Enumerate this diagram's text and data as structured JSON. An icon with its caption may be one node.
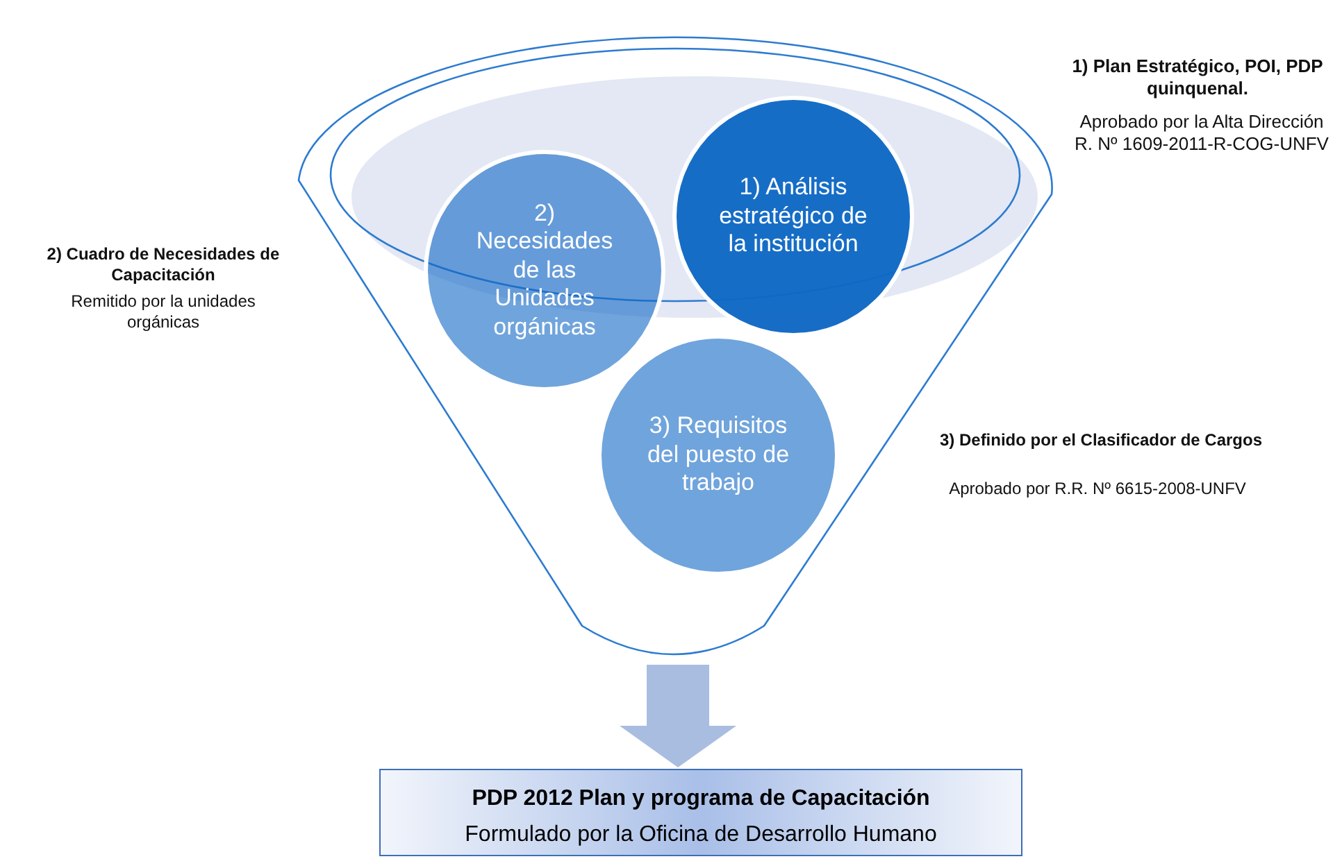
{
  "diagram": {
    "nodes": [
      {
        "text": [],
        "shape": "funnel"
      },
      {
        "text": [
          "1) Análisis estratégico de la institución"
        ],
        "in": 0
      },
      {
        "text": [
          "2) Necesidades de las Unidades orgánicas"
        ],
        "in": 0
      },
      {
        "text": [
          "3) Requisitos del puesto de trabajo"
        ],
        "in": 0
      },
      {
        "text": [
          "PDP 2012 Plan y programa de Capacitación",
          "Formulado por la Oficina de Desarrollo Humano"
        ]
      }
    ],
    "edges": [
      {
        "from": 0,
        "to": 4,
        "arrow": "to"
      }
    ],
    "labels": [
      "1) Plan Estratégico, POI, PDP quinquenal.",
      "Aprobado por la Alta Dirección R. Nº 1609-2011-R-COG-UNFV",
      "2) Cuadro de Necesidades de Capacitación",
      "Remitido por la unidades orgánicas",
      "3) Definido por el Clasificador de Cargos",
      "Aprobado por R.R. Nº 6615-2008-UNFV"
    ]
  }
}
